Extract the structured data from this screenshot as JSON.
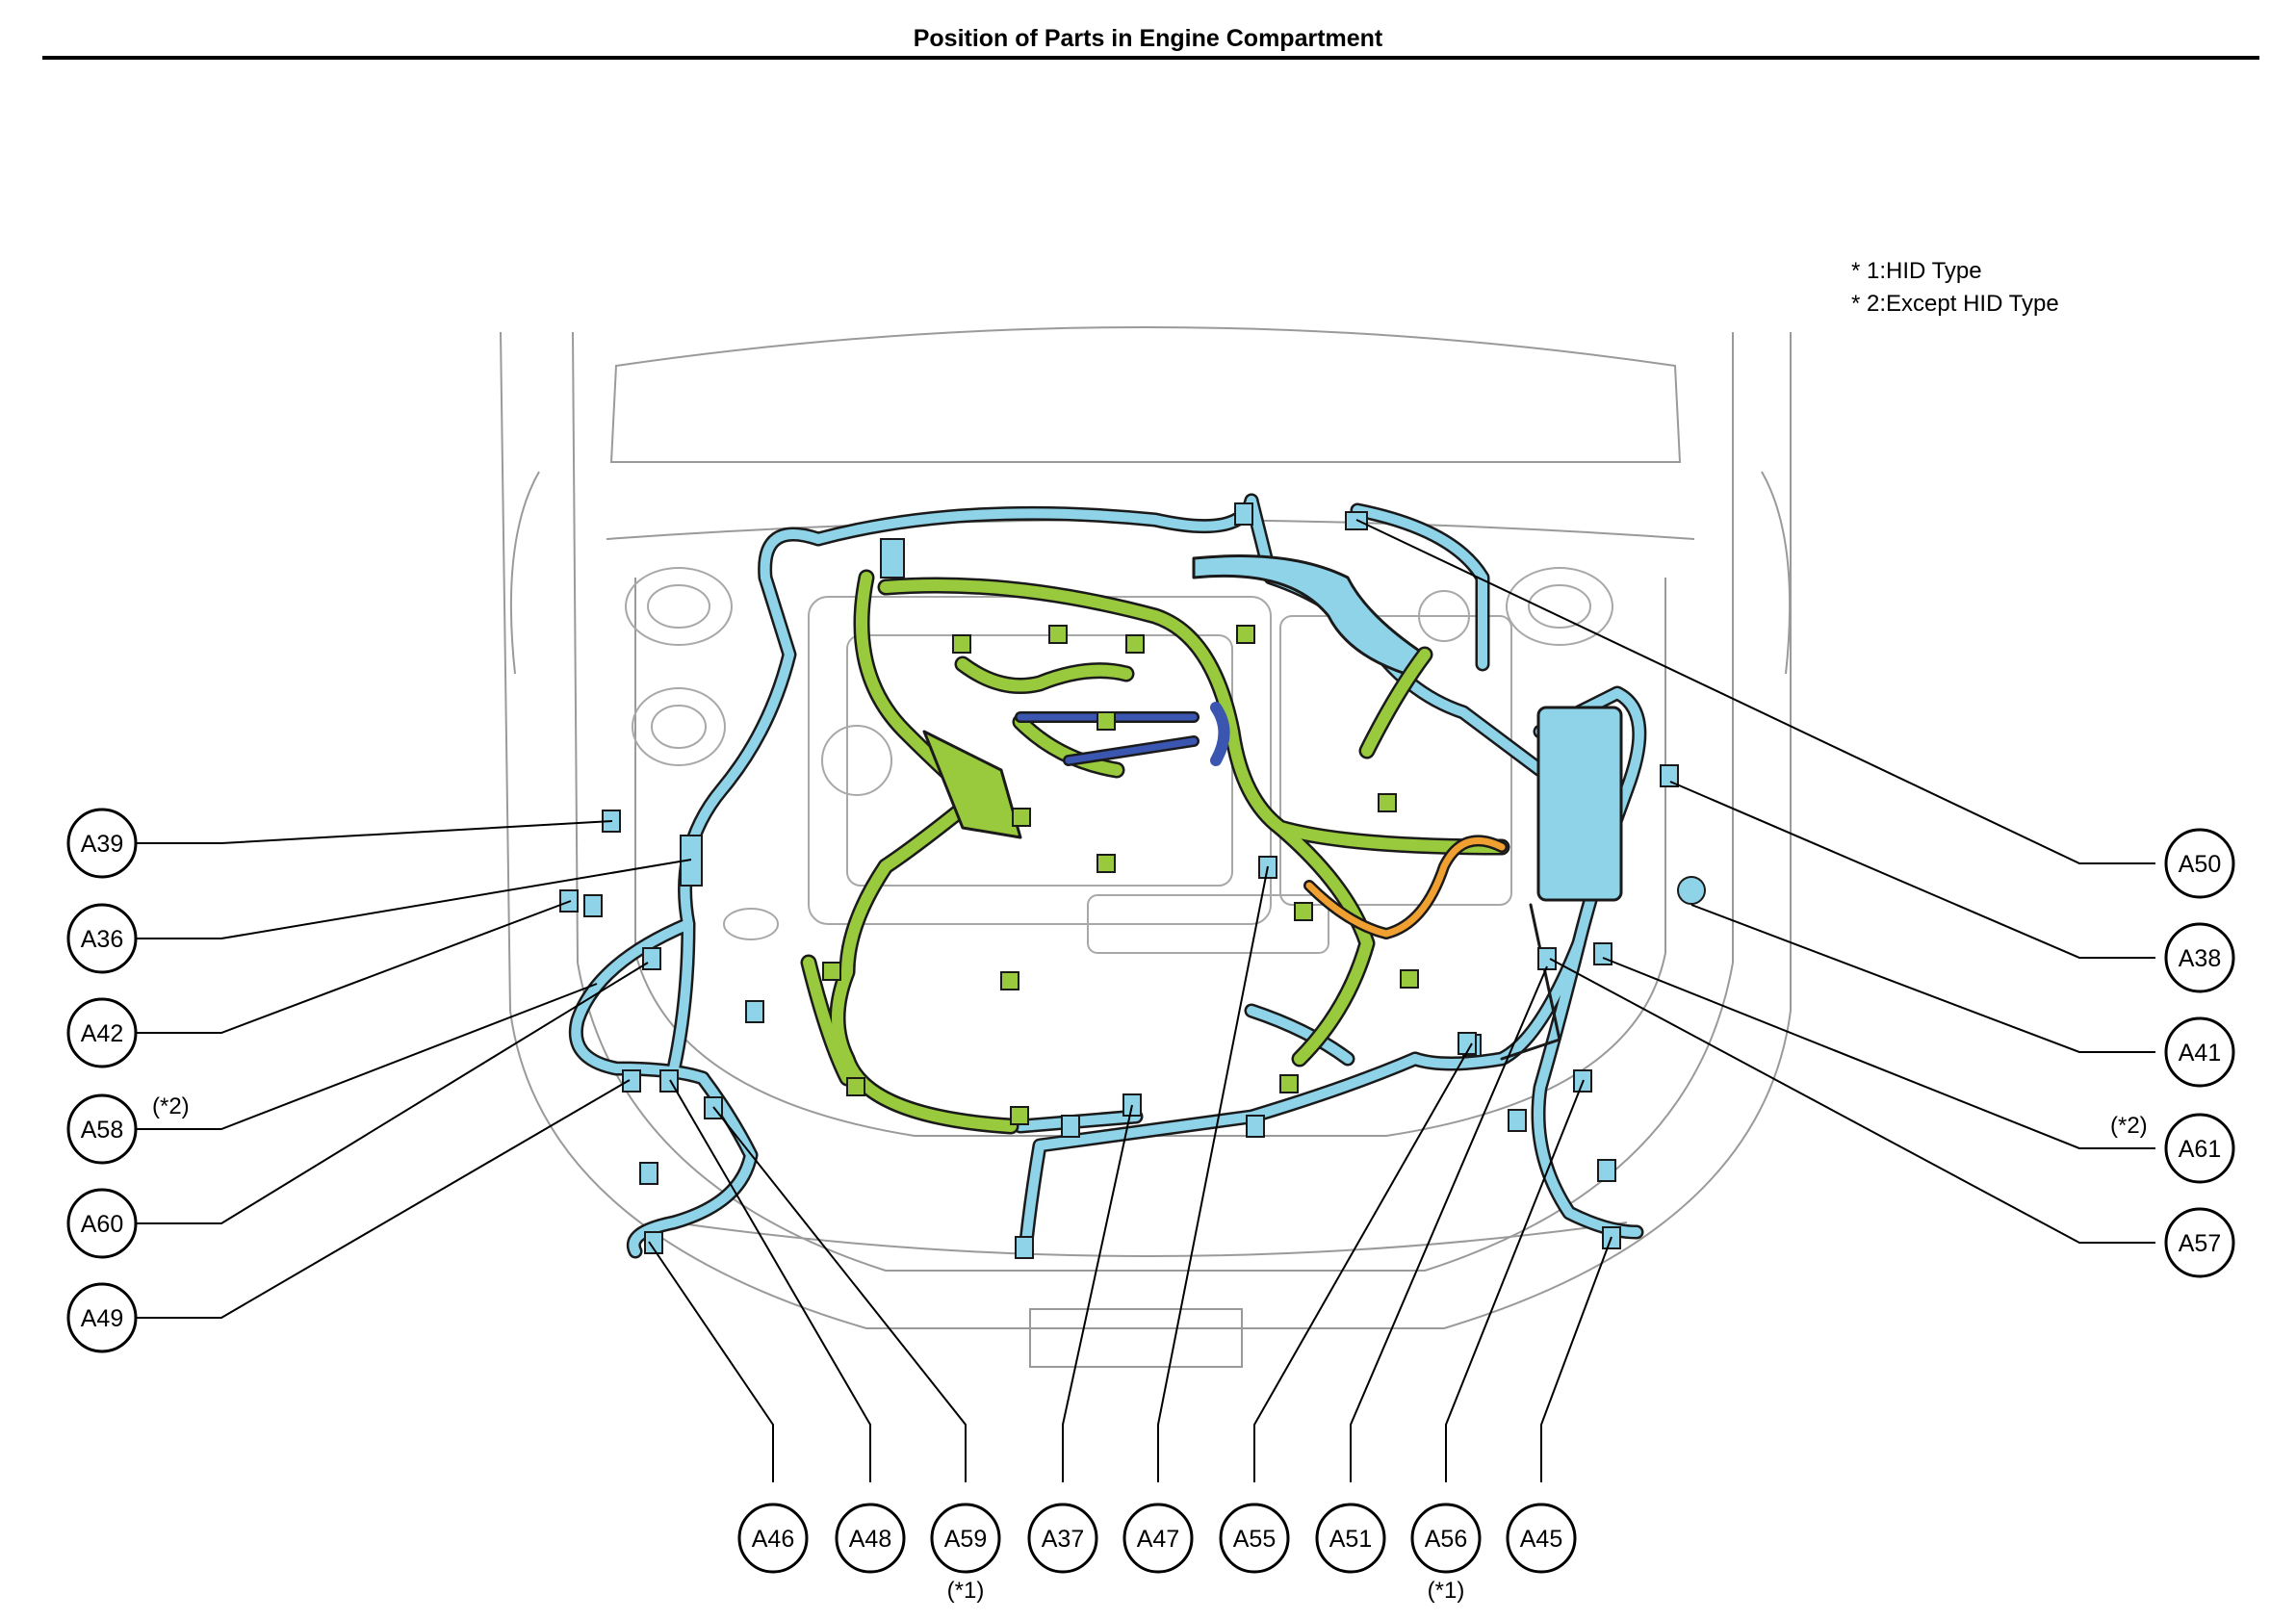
{
  "title": "Position of Parts in Engine Compartment",
  "notes": [
    "* 1:HID Type",
    "* 2:Except HID Type"
  ],
  "colors": {
    "harness_blue": "#8fd3e8",
    "harness_green": "#99c93c",
    "harness_orange": "#f0a030",
    "harness_navy": "#3a56b0",
    "outline": "#1a1a1a",
    "body_line": "#9a9a9a"
  },
  "callouts": [
    {
      "id": "a39",
      "label": "A39"
    },
    {
      "id": "a36",
      "label": "A36"
    },
    {
      "id": "a42",
      "label": "A42"
    },
    {
      "id": "a58",
      "label": "A58",
      "tag": "(*2)"
    },
    {
      "id": "a60",
      "label": "A60"
    },
    {
      "id": "a49",
      "label": "A49"
    },
    {
      "id": "a50",
      "label": "A50"
    },
    {
      "id": "a38",
      "label": "A38"
    },
    {
      "id": "a41",
      "label": "A41"
    },
    {
      "id": "a61",
      "label": "A61",
      "tag": "(*2)"
    },
    {
      "id": "a57",
      "label": "A57"
    },
    {
      "id": "a46",
      "label": "A46"
    },
    {
      "id": "a48",
      "label": "A48"
    },
    {
      "id": "a59",
      "label": "A59",
      "tag": "(*1)"
    },
    {
      "id": "a37",
      "label": "A37"
    },
    {
      "id": "a47",
      "label": "A47"
    },
    {
      "id": "a55",
      "label": "A55"
    },
    {
      "id": "a51",
      "label": "A51"
    },
    {
      "id": "a56",
      "label": "A56",
      "tag": "(*1)"
    },
    {
      "id": "a45",
      "label": "A45"
    }
  ]
}
